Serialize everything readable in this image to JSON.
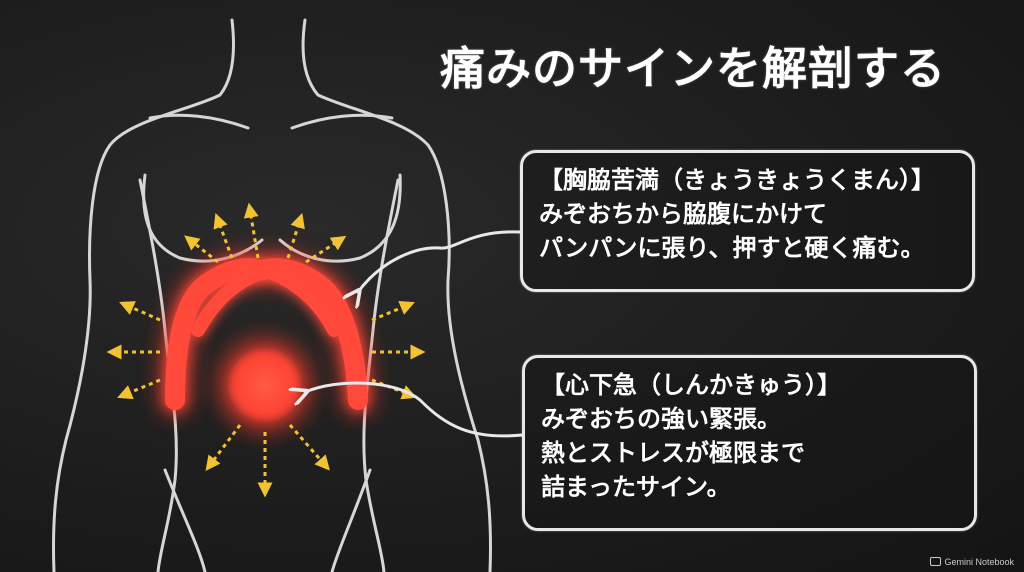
{
  "title": "痛みのサインを解剖する",
  "callouts": [
    {
      "lines": [
        "【胸脇苦満（きょうきょうくまん）】",
        "みぞおちから脇腹にかけて",
        "パンパンに張り、押すと硬く痛む。"
      ]
    },
    {
      "lines": [
        "【心下急（しんかきゅう）】",
        "みぞおちの強い緊張。",
        "熱とストレスが極限まで",
        "詰まったサイン。"
      ]
    }
  ],
  "watermark": "Gemini Notebook",
  "colors": {
    "background": "#1d1d1d",
    "chalk": "#e8e8e8",
    "pain": "#ff4a3a",
    "arrow": "#f2c232"
  }
}
